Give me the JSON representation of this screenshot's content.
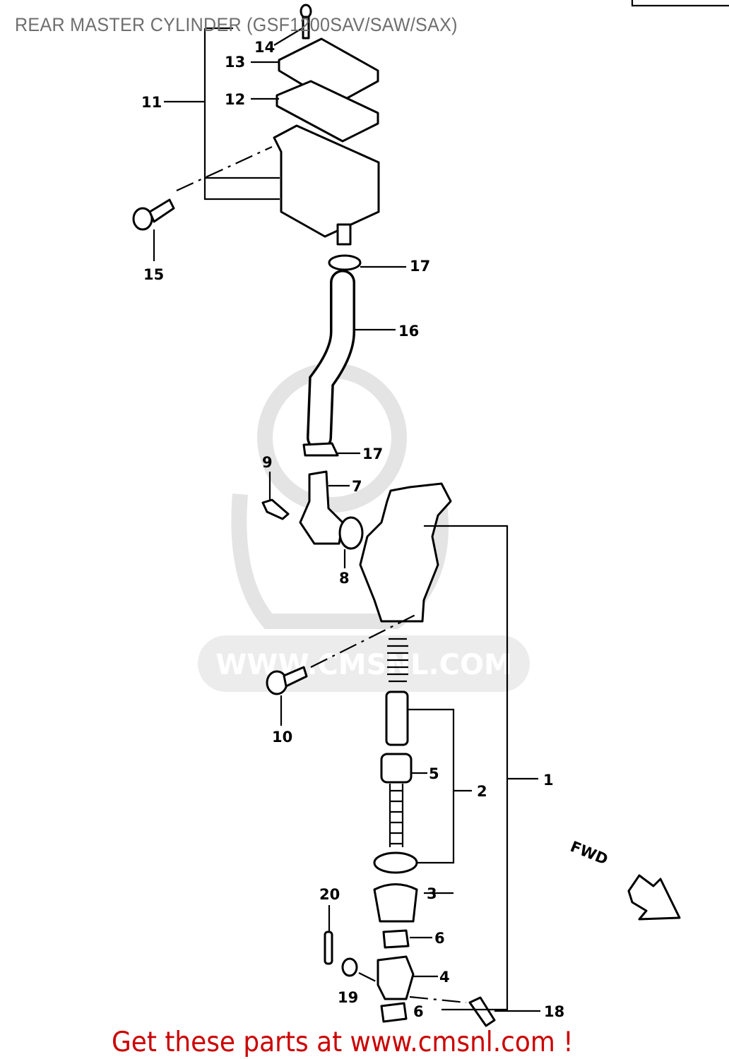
{
  "title": "REAR MASTER CYLINDER (GSF1200SAV/SAW/SAX)",
  "promo": "Get these parts at www.cmsnl.com !",
  "watermark": "WWW.CMSNL.COM",
  "direction_label": "FWD",
  "callouts": [
    "14",
    "13",
    "12",
    "11",
    "15",
    "17",
    "16",
    "17",
    "9",
    "7",
    "8",
    "10",
    "5",
    "2",
    "1",
    "3",
    "6",
    "4",
    "20",
    "19",
    "6",
    "18"
  ],
  "colors": {
    "promo": "#cc0000",
    "title": "#6e6e6e",
    "watermark": "#e4e4e4"
  }
}
